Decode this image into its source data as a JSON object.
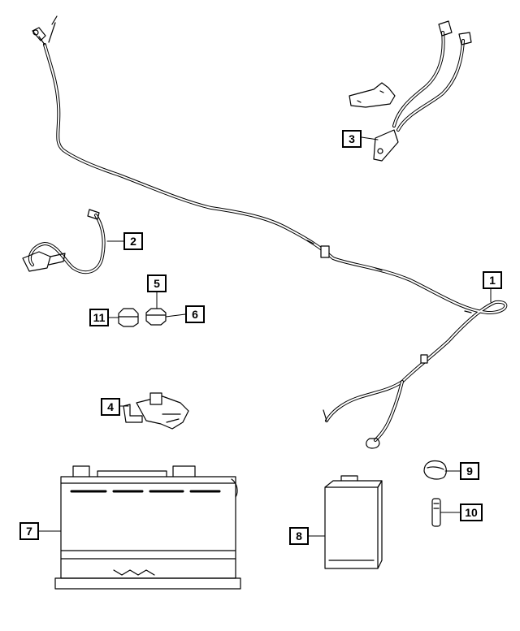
{
  "callouts": {
    "c1": "1",
    "c2": "2",
    "c3": "3",
    "c4": "4",
    "c5": "5",
    "c6": "6",
    "c7": "7",
    "c8": "8",
    "c9": "9",
    "c10": "10",
    "c11": "11"
  },
  "line_color": "#000000"
}
